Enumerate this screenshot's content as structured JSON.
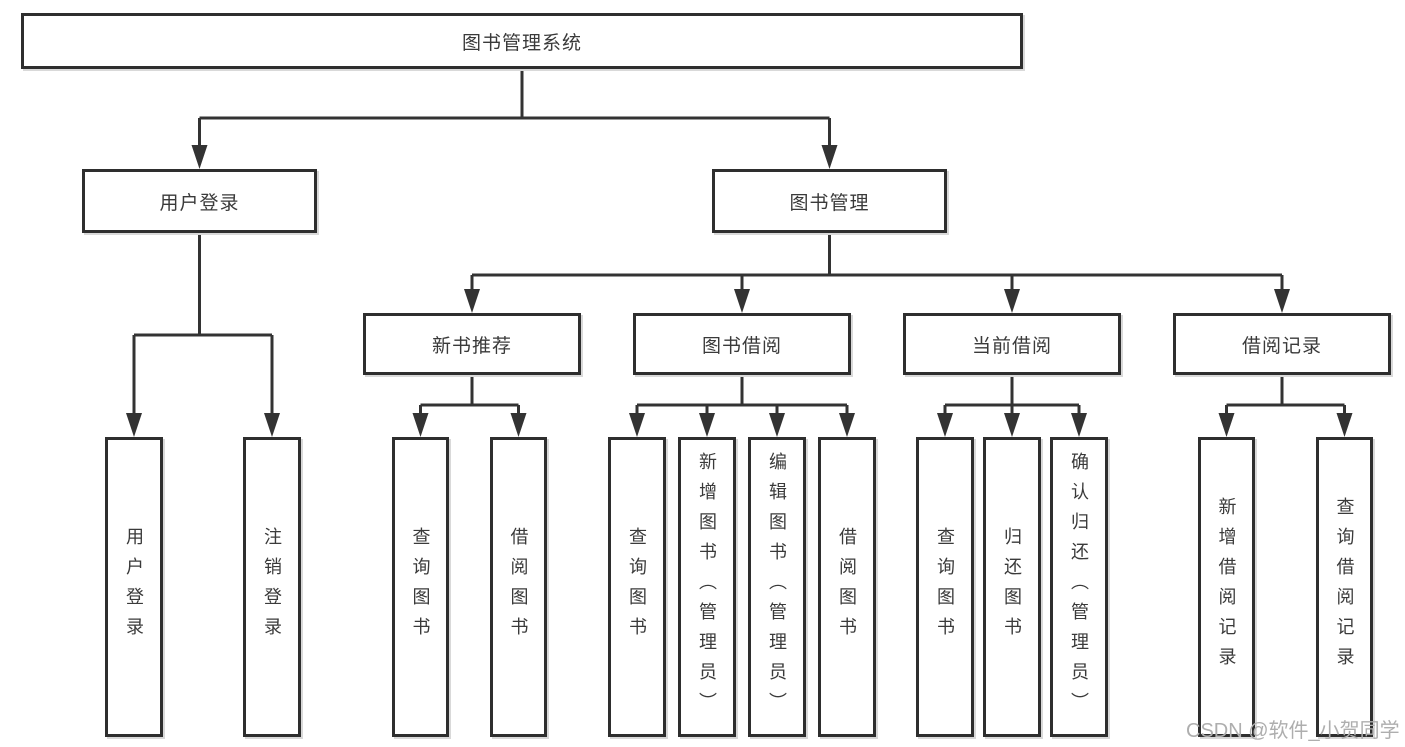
{
  "colors": {
    "line": "#333333",
    "box_border": "#2e2e2e",
    "text": "#3a3a3a",
    "watermark": "#aeaeae",
    "background": "#ffffff"
  },
  "watermark": {
    "text": "CSDN @软件_小贺同学"
  },
  "tree": {
    "label": "图书管理系统",
    "children": [
      {
        "label": "用户登录",
        "children": [
          {
            "label": "用户登录"
          },
          {
            "label": "注销登录"
          }
        ]
      },
      {
        "label": "图书管理",
        "children": [
          {
            "label": "新书推荐",
            "children": [
              {
                "label": "查询图书"
              },
              {
                "label": "借阅图书"
              }
            ]
          },
          {
            "label": "图书借阅",
            "children": [
              {
                "label": "查询图书"
              },
              {
                "label": "新增图书（管理员）"
              },
              {
                "label": "编辑图书（管理员）"
              },
              {
                "label": "借阅图书"
              }
            ]
          },
          {
            "label": "当前借阅",
            "children": [
              {
                "label": "查询图书"
              },
              {
                "label": "归还图书"
              },
              {
                "label": "确认归还（管理员）"
              }
            ]
          },
          {
            "label": "借阅记录",
            "children": [
              {
                "label": "新增借阅记录"
              },
              {
                "label": "查询借阅记录"
              }
            ]
          }
        ]
      }
    ]
  }
}
